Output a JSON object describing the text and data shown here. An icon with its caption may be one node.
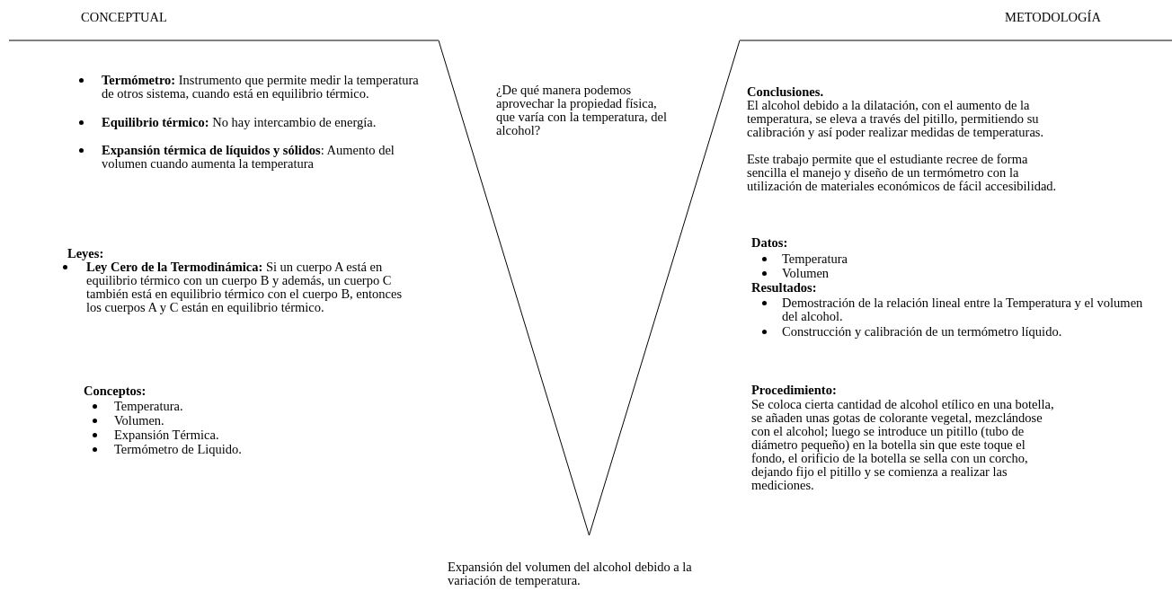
{
  "diagram": {
    "nodes": [
      {
        "text": [
          "¿De qué manera podemos aprovechar la propiedad física, que varía con la temperatura, del alcohol?"
        ]
      }
    ],
    "edges": [],
    "labels": [
      "CONCEPTUAL",
      "METODOLOGÍA",
      "**Termómetro:** Instrumento que permite medir la temperatura de otros sistema, cuando está en equilibrio térmico.",
      "**Equilibrio térmico:** No hay intercambio de energía.",
      "**Expansión térmica de líquidos y sólidos**: Aumento del volumen cuando aumenta la temperatura",
      "Conclusiones.",
      "El alcohol debido a la dilatación, con el aumento de la temperatura, se eleva a través del pitillo, permitiendo su calibración y así poder realizar medidas de temperaturas.",
      "Este trabajo permite que el estudiante recree de forma sencilla el manejo y diseño de un termómetro con la utilización de materiales económicos de fácil accesibilidad.",
      "Leyes:",
      "**Ley Cero de la Termodinámica:** Si un cuerpo A está en equilibrio térmico con un cuerpo B y además, un cuerpo C también está en equilibrio térmico con el cuerpo B, entonces los cuerpos A y C están en equilibrio térmico.",
      "Datos:",
      "Temperatura",
      "Volumen",
      "Resultados:",
      "Demostración de la relación lineal entre la Temperatura y el volumen del alcohol.",
      "Construcción y calibración de un termómetro líquido.",
      "Procedimiento:",
      "Se coloca cierta cantidad de alcohol etílico en una botella, se añaden unas gotas de colorante vegetal, mezclándose con el alcohol; luego se introduce un pitillo (tubo de diámetro pequeño) en la botella sin que este toque el fondo, el orificio de la botella se sella con un corcho, dejando fijo el pitillo y se comienza a realizar las mediciones.",
      "Conceptos:",
      "Temperatura.",
      "Volumen.",
      "Expansión Térmica.",
      "Termómetro de Liquido.",
      "Expansión del volumen del alcohol debido a la variación de temperatura."
    ]
  }
}
